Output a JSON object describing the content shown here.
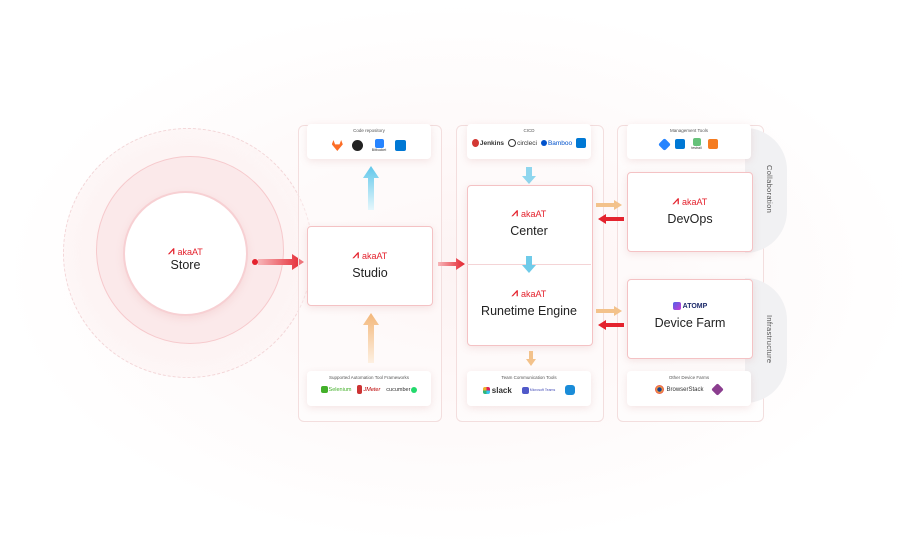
{
  "store": {
    "brand": "akaAT",
    "title": "Store"
  },
  "studio": {
    "brand": "akaAT",
    "title": "Studio"
  },
  "center": {
    "brand": "akaAT",
    "title": "Center"
  },
  "runtime": {
    "brand": "akaAT",
    "title": "Runetime Engine"
  },
  "devops": {
    "brand": "akaAT",
    "title": "DevOps"
  },
  "device_farm": {
    "brand": "ATOMP",
    "title": "Device Farm"
  },
  "code_repository": {
    "label": "Code repository",
    "tools": [
      "gitlab-icon",
      "github-icon",
      "bitbucket-icon",
      "azure-devops-icon"
    ],
    "bitbucket_text": "Bitbucket"
  },
  "cicd": {
    "label": "CICD",
    "jenkins": "Jenkins",
    "circleci": "circleci",
    "bamboo": "Bamboo"
  },
  "management_tools": {
    "label": "Management Tools",
    "tools": [
      "jira-icon",
      "azure-boards-icon",
      "testrail-icon",
      "redmine-icon"
    ],
    "testrail_text": "testrail"
  },
  "frameworks": {
    "label": "Supported Automation Tool Frameworks",
    "selenium": "Selenium",
    "jmeter": "JMeter",
    "cucumber": "cucumber"
  },
  "team_tools": {
    "label": "Team Communication Tools",
    "slack": "slack",
    "teams": "Microsoft Teams"
  },
  "other_farms": {
    "label": "Other Device Farms",
    "browserstack": "BrowserStack"
  },
  "side_labels": {
    "collaboration": "Collaboration",
    "infrastructure": "Infrastructure"
  },
  "colors": {
    "brand_red": "#e4232e",
    "arrow_blue": "#7fd0ec",
    "arrow_orange": "#f3c28b"
  }
}
